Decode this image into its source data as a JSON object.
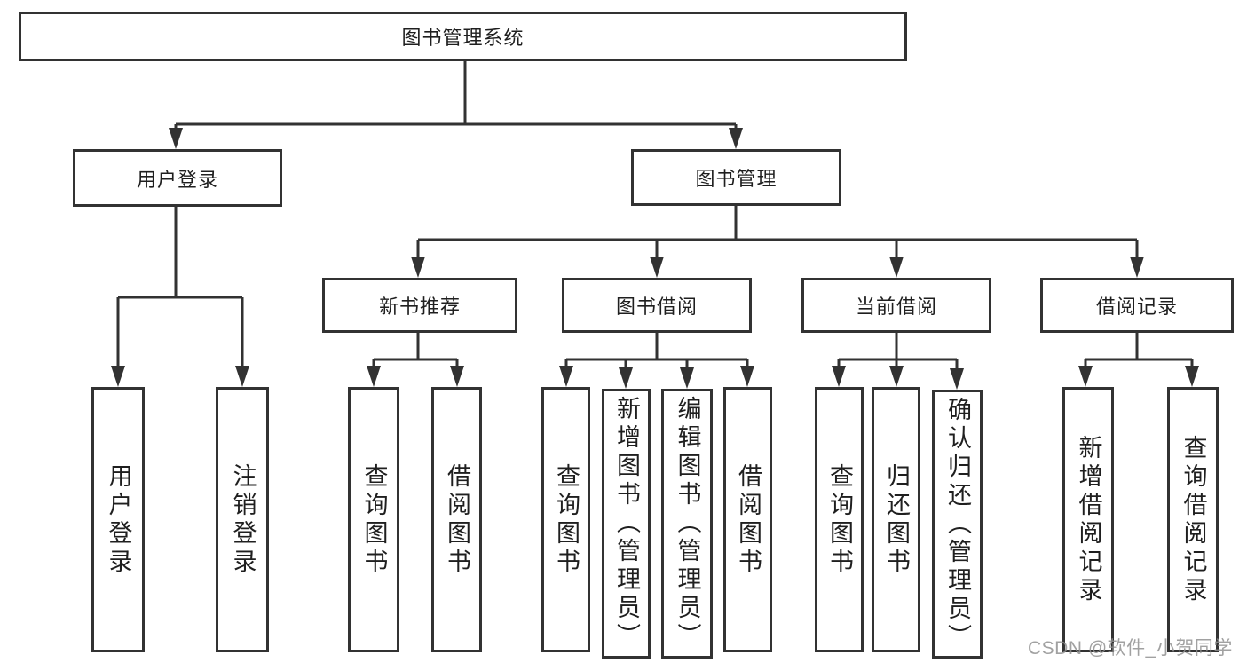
{
  "colors": {
    "line": "#323232",
    "box_border": "#323232",
    "text": "#1f1f1f",
    "background": "#ffffff",
    "watermark": "#919191"
  },
  "watermark": {
    "text": "CSDN @软件_小贺同学"
  },
  "diagram": {
    "root": {
      "label": "图书管理系统"
    },
    "branches": [
      {
        "label": "用户登录",
        "children": [
          {
            "label": "用户登录"
          },
          {
            "label": "注销登录"
          }
        ]
      },
      {
        "label": "图书管理",
        "children": [
          {
            "label": "新书推荐",
            "children": [
              {
                "label": "查询图书"
              },
              {
                "label": "借阅图书"
              }
            ]
          },
          {
            "label": "图书借阅",
            "children": [
              {
                "label": "查询图书"
              },
              {
                "label": "新增图书（管理员）"
              },
              {
                "label": "编辑图书（管理员）"
              },
              {
                "label": "借阅图书"
              }
            ]
          },
          {
            "label": "当前借阅",
            "children": [
              {
                "label": "查询图书"
              },
              {
                "label": "归还图书"
              },
              {
                "label": "确认归还（管理员）"
              }
            ]
          },
          {
            "label": "借阅记录",
            "children": [
              {
                "label": "新增借阅记录"
              },
              {
                "label": "查询借阅记录"
              }
            ]
          }
        ]
      }
    ]
  }
}
